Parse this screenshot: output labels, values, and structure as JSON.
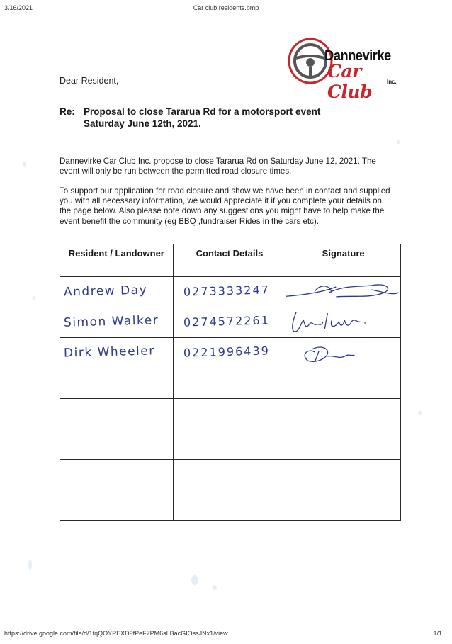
{
  "print_header": {
    "date": "3/16/2021",
    "title": "Car club residents.bmp"
  },
  "logo": {
    "line1": "Dannevirke",
    "line2": "Car Club",
    "line3": "Inc."
  },
  "letter": {
    "salutation": "Dear Resident,",
    "re_label": "Re:",
    "re_line1": "Proposal to close Tararua Rd for a motorsport event",
    "re_line2": "Saturday June 12th, 2021.",
    "paragraph1": "Dannevirke Car Club Inc. propose to close Tararua Rd on Saturday June 12, 2021.  The event will only be run between the permitted road closure times.",
    "paragraph2": "To support our application for road closure and show we have been in contact and supplied you with all necessary information, we would appreciate it if you complete your details on the page below.  Also please note down any suggestions you might have to help make the event benefit the community (eg BBQ ,fundraiser Rides in the cars etc)."
  },
  "table": {
    "headers": [
      "Resident / Landowner",
      "Contact Details",
      "Signature"
    ],
    "rows": [
      {
        "name": "Andrew Day",
        "contact": "0273333247"
      },
      {
        "name": "Simon Walker",
        "contact": "0274572261"
      },
      {
        "name": "Dirk Wheeler",
        "contact": "0221996439"
      },
      {
        "name": "",
        "contact": ""
      },
      {
        "name": "",
        "contact": ""
      },
      {
        "name": "",
        "contact": ""
      },
      {
        "name": "",
        "contact": ""
      },
      {
        "name": "",
        "contact": ""
      }
    ]
  },
  "print_footer": {
    "url": "https://drive.google.com/file/d/1fqQOYPEXD9fPeF7PM6sLBacGIOssJNx1/view",
    "page": "1/1"
  },
  "colors": {
    "ink_blue": "#2d3a8c",
    "logo_red": "#c9262c"
  }
}
